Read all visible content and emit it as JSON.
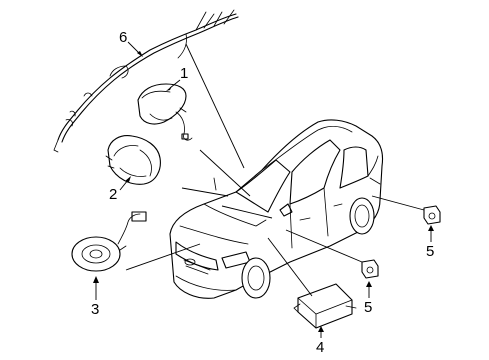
{
  "callouts": [
    {
      "id": "1",
      "label": "1"
    },
    {
      "id": "2",
      "label": "2"
    },
    {
      "id": "3",
      "label": "3"
    },
    {
      "id": "4",
      "label": "4"
    },
    {
      "id": "5a",
      "label": "5"
    },
    {
      "id": "5b",
      "label": "5"
    },
    {
      "id": "6",
      "label": "6"
    }
  ]
}
